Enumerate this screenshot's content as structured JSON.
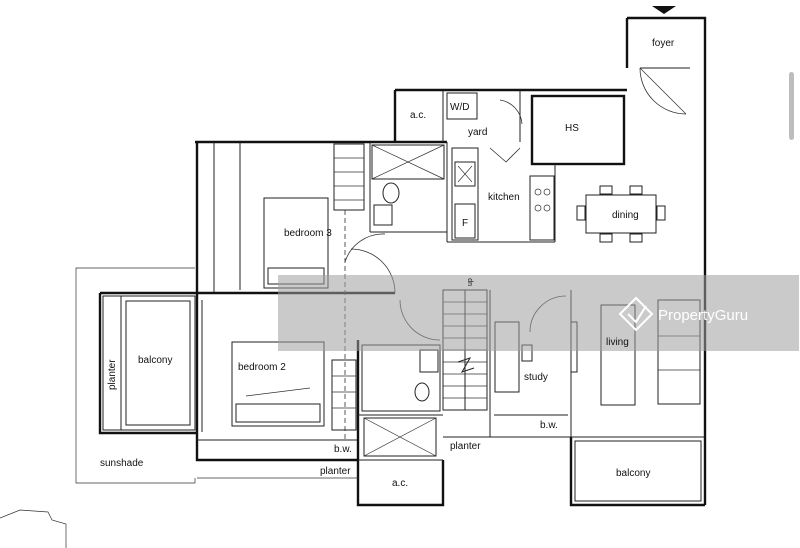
{
  "rooms": {
    "foyer": "foyer",
    "ac_top": "a.c.",
    "wd": "W/D",
    "yard": "yard",
    "hs": "HS",
    "kitchen": "kitchen",
    "fridge": "F",
    "dining": "dining",
    "bedroom3": "bedroom 3",
    "bedroom2": "bedroom 2",
    "balcony_left": "balcony",
    "planter_left": "planter",
    "sunshade": "sunshade",
    "bw_left": "b.w.",
    "planter_bottom": "planter",
    "ac_bottom": "a.c.",
    "planter_mid": "planter",
    "study": "study",
    "bw_right": "b.w.",
    "living": "living",
    "balcony_right": "balcony",
    "stair_up": "up"
  },
  "watermark": {
    "text": "PropertyGuru"
  },
  "colors": {
    "wall": "#111111",
    "watermark_band": "#9e9e9e",
    "background": "#ffffff"
  }
}
